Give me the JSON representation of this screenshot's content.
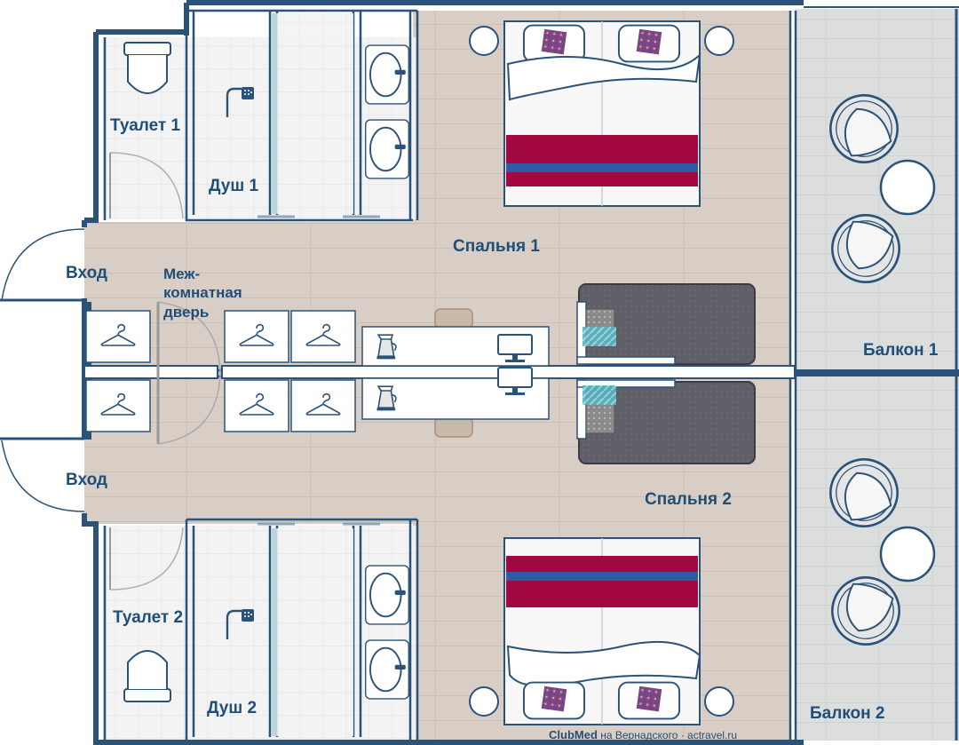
{
  "rooms": {
    "toilet1": "Туалет 1",
    "shower1": "Душ 1",
    "bedroom1": "Спальня 1",
    "entry1": "Вход",
    "connecting_door": [
      "Меж-",
      "комнатная",
      "дверь"
    ],
    "entry2": "Вход",
    "bedroom2": "Спальня 2",
    "toilet2": "Туалет 2",
    "shower2": "Душ 2",
    "balcony1": "Балкон 1",
    "balcony2": "Балкон 2"
  },
  "credit": {
    "brand": "ClubMed",
    "text": "на Вернадского · actravel.ru"
  },
  "colors": {
    "wall": "#2b5278",
    "floor": "#d8cdc4",
    "balcony": "#dadcdc",
    "bathroom": "#f2f2f2",
    "blanket_red": "#a3073f",
    "blanket_blue": "#2e5aa8",
    "sofa_grey": "#5e5e67"
  }
}
